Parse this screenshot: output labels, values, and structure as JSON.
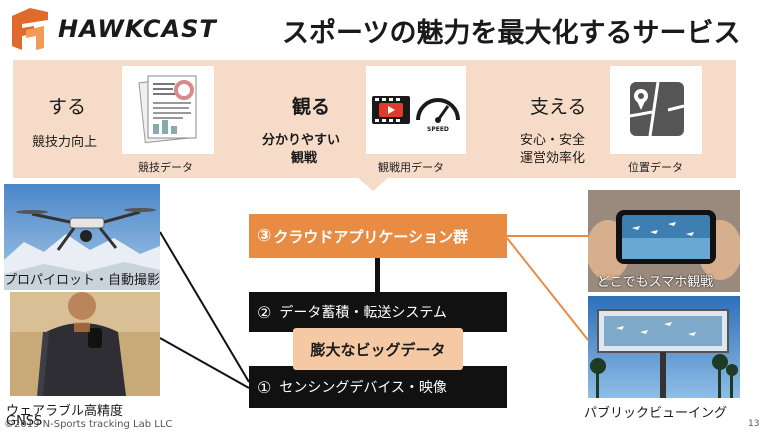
{
  "header": {
    "brand": "HAWKCAST",
    "headline": "スポーツの魅力を最大化するサービス"
  },
  "band": {
    "columns": [
      {
        "title": "する",
        "subtitle": "競技力向上",
        "tile_caption": "競技データ",
        "tile_icon": "document-chart-icon"
      },
      {
        "title": "観る",
        "subtitle_lines": [
          "分かりやすい",
          "観戦"
        ],
        "tile_caption": "観戦用データ",
        "tile_icon": "video-speedometer-icon",
        "speed_label": "SPEED"
      },
      {
        "title": "支える",
        "subtitle_lines": [
          "安心・安全",
          "運営効率化"
        ],
        "tile_caption": "位置データ",
        "tile_icon": "map-icon"
      }
    ]
  },
  "stack": {
    "cloud": {
      "number": "③",
      "label": "クラウドアプリケーション群"
    },
    "data": {
      "number": "②",
      "label": "データ蓄積・転送システム"
    },
    "bigdata": "膨大なビッグデータ",
    "sensing": {
      "number": "①",
      "label": "センシングデバイス・映像"
    }
  },
  "photos": {
    "drone": "プロパイロット・自動撮影",
    "wearable_line1": "ウェアラブル高精度",
    "wearable_line2": "GNSS",
    "phone": "どこでもスマホ観戦",
    "billboard": "パブリックビューイング"
  },
  "footer": {
    "copyright": "©2019 N-Sports tracking Lab LLC",
    "page": "13"
  },
  "colors": {
    "accent": "#e88c44",
    "band": "#f6dcc8",
    "bigdata": "#f5c9a3",
    "dark": "#111111"
  }
}
